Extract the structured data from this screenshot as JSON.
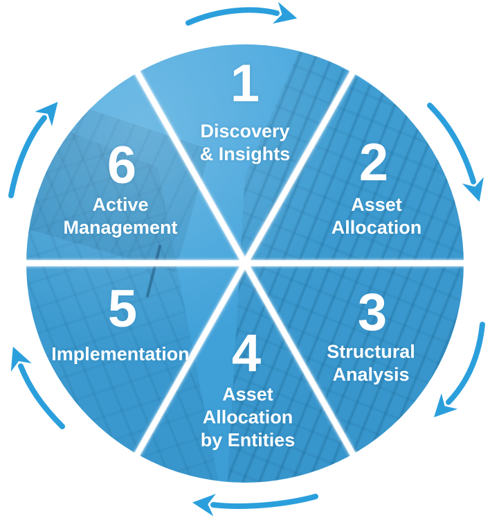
{
  "diagram": {
    "name": "six-step-cycle-diagram",
    "direction": "clockwise",
    "colors": {
      "circle_blue": "#42a4db",
      "building_shade": "#2a85b8",
      "divider_line": "#ffffff",
      "arrow_blue": "#2b9fdc",
      "text": "#ffffff"
    },
    "segments": [
      {
        "number": "1",
        "label": "Discovery & Insights",
        "lines": [
          "Discovery",
          "& Insights"
        ]
      },
      {
        "number": "2",
        "label": "Asset Allocation",
        "lines": [
          "Asset",
          "Allocation"
        ]
      },
      {
        "number": "3",
        "label": "Structural Analysis",
        "lines": [
          "Structural",
          "Analysis"
        ]
      },
      {
        "number": "4",
        "label": "Asset Allocation by Entities",
        "lines": [
          "Asset",
          "Allocation",
          "by Entities"
        ]
      },
      {
        "number": "5",
        "label": "Implementation",
        "lines": [
          "Implementation"
        ]
      },
      {
        "number": "6",
        "label": "Active Management",
        "lines": [
          "Active",
          "Management"
        ]
      }
    ],
    "arrows": [
      {
        "name": "top",
        "points": "right"
      },
      {
        "name": "upper-right",
        "points": "down-right"
      },
      {
        "name": "lower-right",
        "points": "down-left"
      },
      {
        "name": "bottom",
        "points": "left"
      },
      {
        "name": "lower-left",
        "points": "up-left"
      },
      {
        "name": "upper-left",
        "points": "up-right"
      }
    ]
  }
}
